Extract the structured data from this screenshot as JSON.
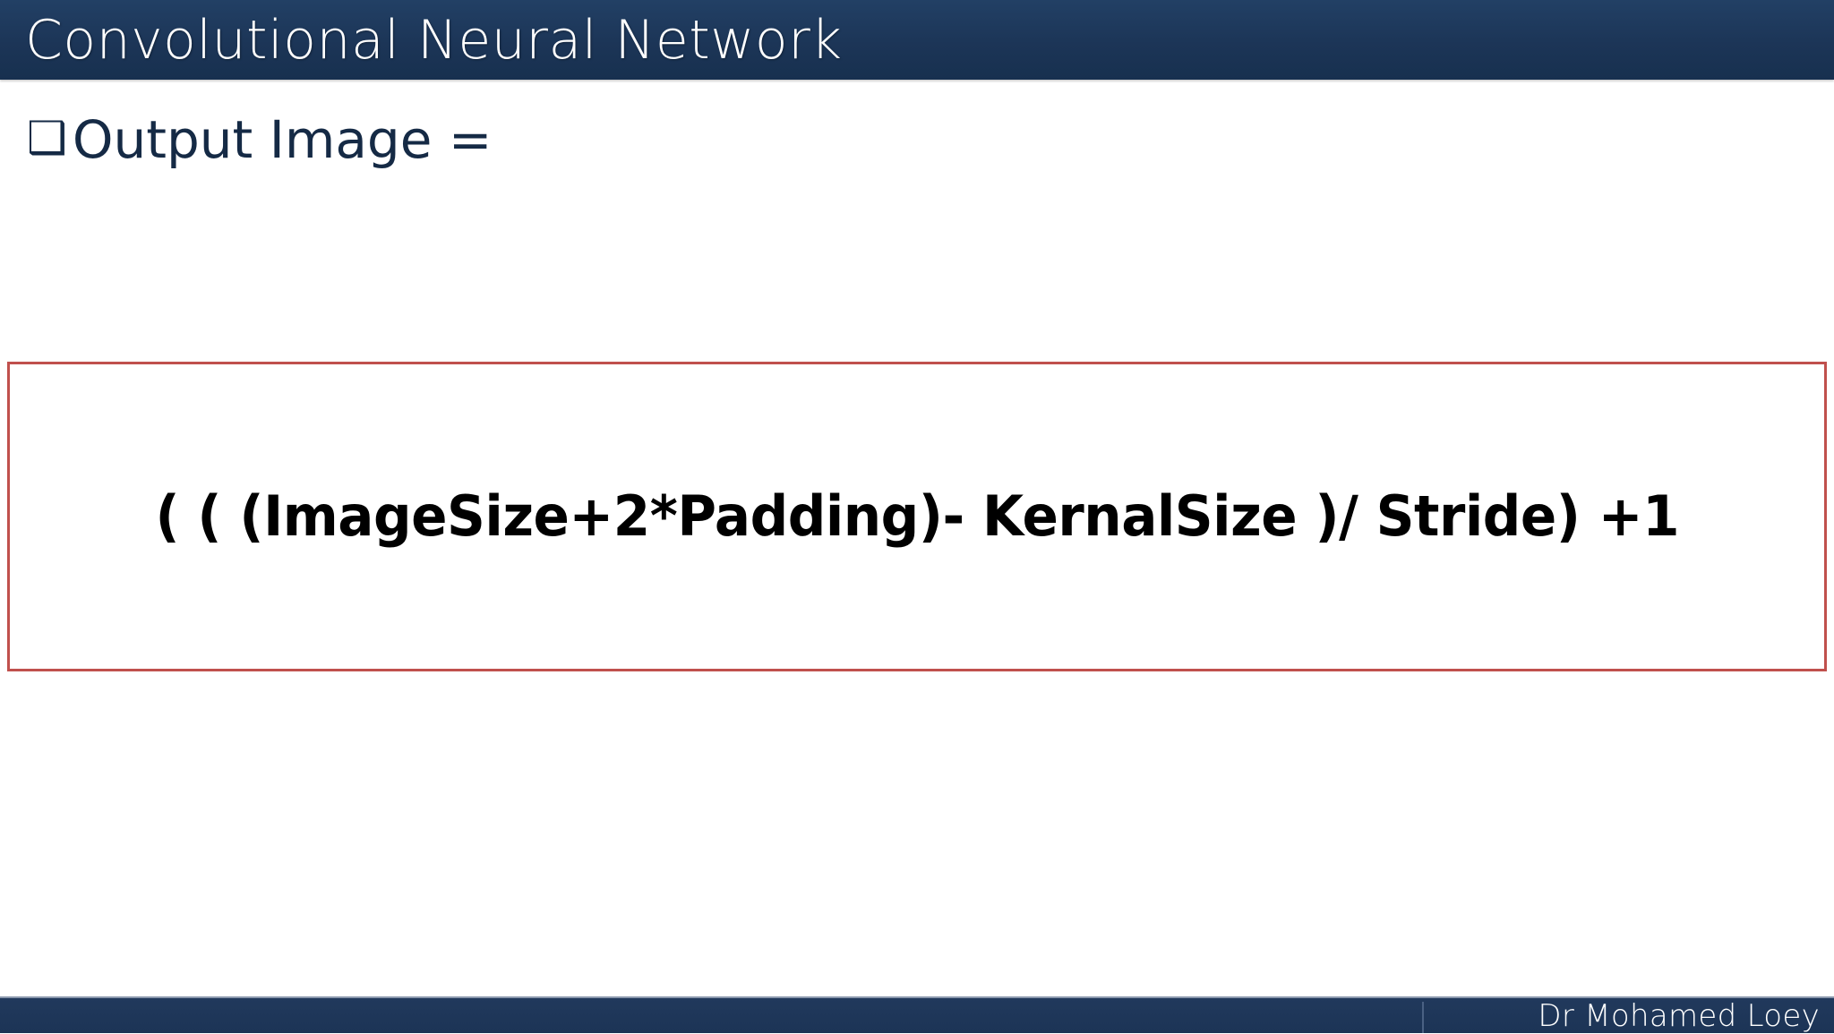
{
  "slide": {
    "title": "Convolutional Neural Network",
    "header_bg": "#1c3557",
    "accent_red": "#c0504d",
    "text_navy": "#152a45",
    "body_bg": "#ffffff"
  },
  "body": {
    "bullet": {
      "glyph": "❑",
      "glyph_name": "square-bullet",
      "label": "Output Image ="
    },
    "formula_box": {
      "border_color": "#c0504d",
      "formula": "( ( (ImageSize+2*Padding)- KernalSize )/ Stride) +1"
    }
  },
  "footer": {
    "author": "Dr Mohamed Loey"
  }
}
